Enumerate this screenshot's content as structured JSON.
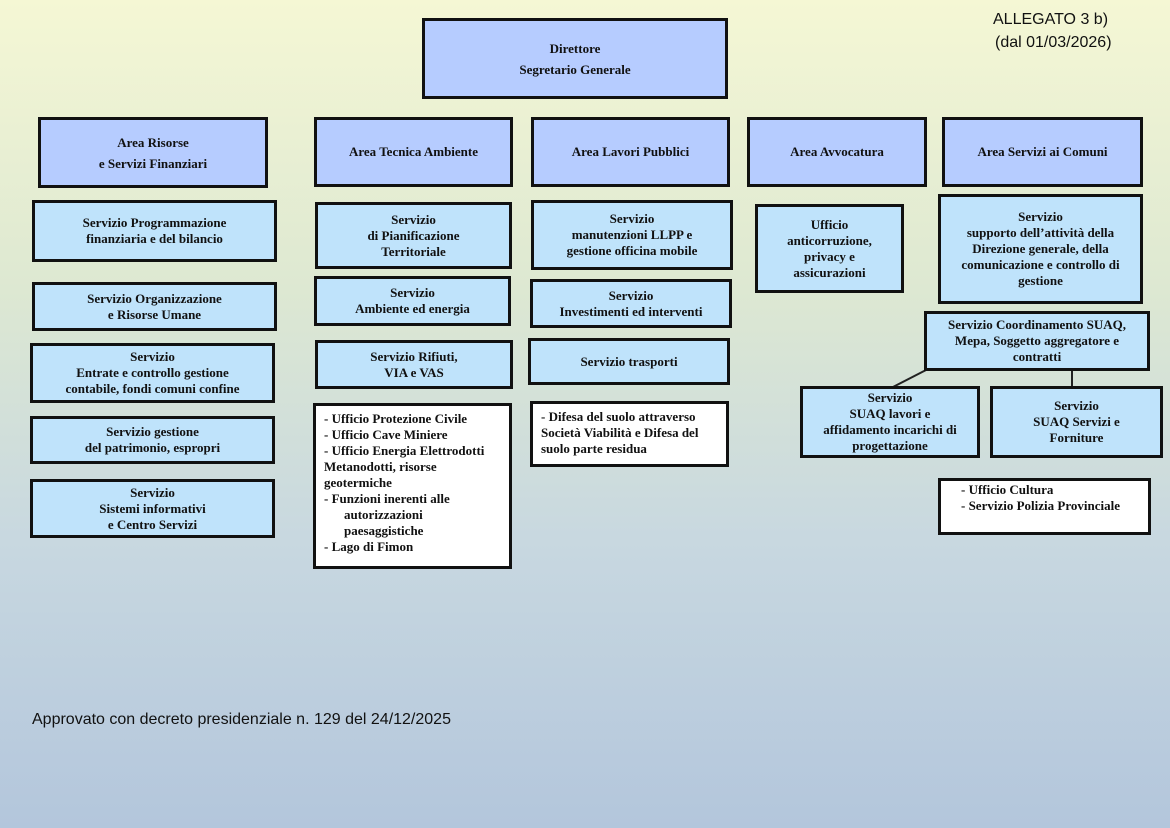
{
  "header": {
    "allegato": "ALLEGATO 3 b)",
    "date": "(dal 01/03/2026)"
  },
  "director": {
    "lines": [
      "Direttore",
      "Segretario Generale"
    ]
  },
  "areas": [
    {
      "lines": [
        "Area Risorse",
        "e Servizi Finanziari"
      ]
    },
    {
      "lines": [
        "Area Tecnica Ambiente"
      ]
    },
    {
      "lines": [
        "Area Lavori Pubblici"
      ]
    },
    {
      "lines": [
        "Area Avvocatura"
      ]
    },
    {
      "lines": [
        "Area Servizi ai Comuni"
      ]
    }
  ],
  "risorse_services": [
    {
      "lines": [
        "Servizio Programmazione",
        "finanziaria e del bilancio"
      ]
    },
    {
      "lines": [
        "Servizio Organizzazione",
        "e Risorse Umane"
      ]
    },
    {
      "lines": [
        "Servizio",
        "Entrate e controllo gestione",
        "contabile, fondi comuni confine"
      ]
    },
    {
      "lines": [
        "Servizio gestione",
        "del patrimonio, espropri"
      ]
    },
    {
      "lines": [
        "Servizio",
        "Sistemi informativi",
        "e Centro Servizi"
      ]
    }
  ],
  "tecnica_services": [
    {
      "lines": [
        "Servizio",
        "di Pianificazione",
        "Territoriale"
      ]
    },
    {
      "lines": [
        "Servizio",
        "Ambiente ed energia"
      ]
    },
    {
      "lines": [
        "Servizio Rifiuti,",
        "VIA e VAS"
      ]
    }
  ],
  "tecnica_offices": [
    "- Ufficio Protezione Civile",
    "- Ufficio Cave Miniere",
    "- Ufficio Energia Elettrodotti Metanodotti, risorse geotermiche",
    "-    Funzioni inerenti alle autorizzazioni paesaggistiche",
    "-    Lago di Fimon"
  ],
  "lavori_services": [
    {
      "lines": [
        "Servizio",
        "manutenzioni LLPP e",
        "gestione officina mobile"
      ]
    },
    {
      "lines": [
        "Servizio",
        "Investimenti ed interventi"
      ]
    },
    {
      "lines": [
        "Servizio trasporti"
      ]
    }
  ],
  "lavori_offices": [
    "-  Difesa del suolo attraverso Società Viabilità e Difesa del suolo parte residua"
  ],
  "avvocatura_office": {
    "lines": [
      "Ufficio",
      "anticorruzione,",
      "privacy e",
      "assicurazioni"
    ]
  },
  "comuni_services": [
    {
      "lines": [
        "Servizio",
        "supporto dell’attività della",
        "Direzione generale, della",
        "comunicazione e controllo di",
        "gestione"
      ]
    },
    {
      "lines": [
        "Servizio Coordinamento SUAQ,",
        "Mepa, Soggetto aggregatore e",
        "contratti"
      ]
    }
  ],
  "suaq": [
    {
      "lines": [
        "Servizio",
        "SUAQ lavori e",
        "affidamento incarichi di",
        "progettazione"
      ]
    },
    {
      "lines": [
        "Servizio",
        "SUAQ Servizi e",
        "Forniture"
      ]
    }
  ],
  "comuni_offices": [
    "-    Ufficio Cultura",
    "-    Servizio Polizia Provinciale"
  ],
  "footer": "Approvato con decreto presidenziale n. 129 del 24/12/2025"
}
